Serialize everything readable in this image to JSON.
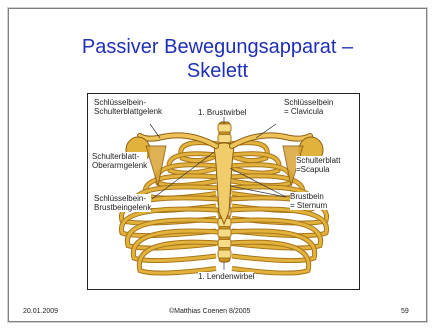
{
  "slide": {
    "title_line1": "Passiver Bewegungsapparat –",
    "title_line2": "Skelett"
  },
  "figure": {
    "labels": {
      "clavicle_scapula_joint_l1": "Schlüsselbein-",
      "clavicle_scapula_joint_l2": "Schulterblattgelenk",
      "first_thoracic": "1. Brustwirbel",
      "clavicle_l1": "Schlüsselbein",
      "clavicle_l2": "= Clavicula",
      "scapula_humerus_l1": "Schulterblatt-",
      "scapula_humerus_l2": "Oberarmgelenk",
      "scapula_l1": "Schulterblatt",
      "scapula_l2": "=Scapula",
      "sternoclavicular_l1": "Schlüsselbein-",
      "sternoclavicular_l2": "Brustbeingelenk",
      "sternum_l1": "Brustbein",
      "sternum_l2": "= Sternum",
      "first_lumbar": "1. Lendenwirbel"
    },
    "colors": {
      "bone": "#e2b33c",
      "bone_dark": "#a9761a",
      "bone_light": "#f6dc86"
    }
  },
  "footer": {
    "date": "20.01.2009",
    "author": "©Matthias Coenen 8/2005",
    "page": "59"
  }
}
